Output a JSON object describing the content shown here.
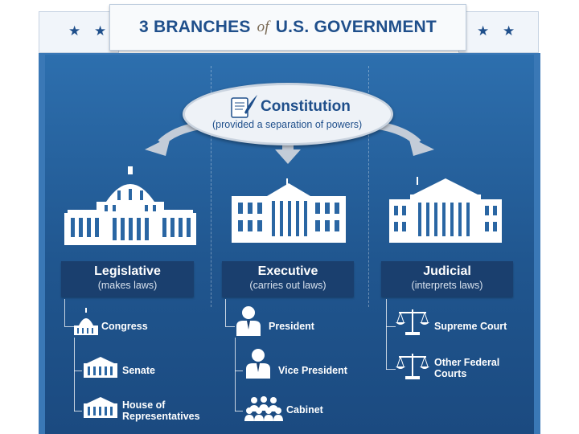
{
  "header": {
    "title_part1": "3 BRANCHES",
    "title_of": "of",
    "title_part2": "U.S. GOVERNMENT",
    "stars_left": "★ ★",
    "stars_right": "★ ★"
  },
  "constitution": {
    "title": "Constitution",
    "subtitle": "(provided a separation of powers)"
  },
  "branches": [
    {
      "title": "Legislative",
      "subtitle": "(makes laws)",
      "items": [
        "Congress",
        "Senate",
        "House of Representatives"
      ]
    },
    {
      "title": "Executive",
      "subtitle": "(carries out laws)",
      "items": [
        "President",
        "Vice President",
        "Cabinet"
      ]
    },
    {
      "title": "Judicial",
      "subtitle": "(interprets laws)",
      "items": [
        "Supreme Court",
        "Other Federal Courts"
      ]
    }
  ],
  "colors": {
    "brand_blue": "#1f4f8b",
    "panel_blue": "#2a66a3",
    "label_navy": "#1a3f6e",
    "building_white": "#ffffff"
  }
}
